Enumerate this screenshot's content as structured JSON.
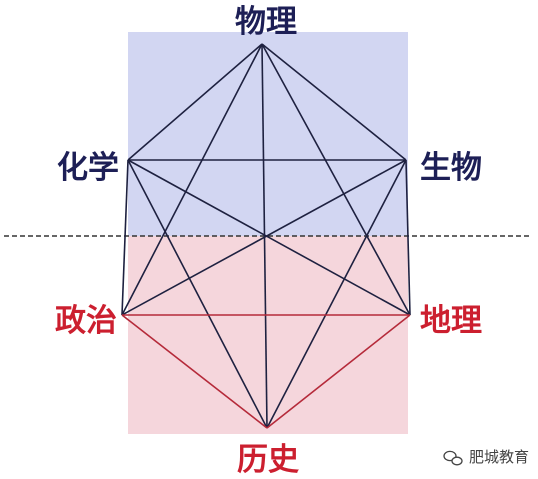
{
  "colors": {
    "upper_region": "#d2d6f2",
    "lower_region": "#f5d6dc",
    "upper_label": "#1d1f56",
    "lower_label": "#cc1f2f",
    "upper_edge": "#1e2140",
    "lower_edge": "#b52a3a",
    "divider": "#333333",
    "watermark": "#444444"
  },
  "nodes": {
    "physics": "物理",
    "chemistry": "化学",
    "biology": "生物",
    "politics": "政治",
    "geography": "地理",
    "history": "历史"
  },
  "watermark": {
    "text": "肥城教育",
    "icon": "wechat-icon"
  }
}
